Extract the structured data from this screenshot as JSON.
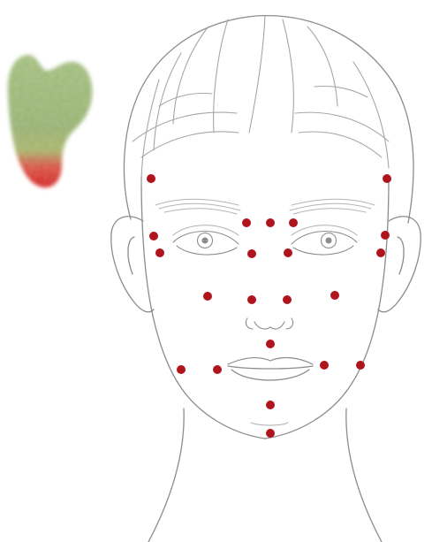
{
  "figure": {
    "subject": "face-outline-with-pressure-points",
    "tool_icon": "gua-sha-stone-icon",
    "colors": {
      "background": "#ffffff",
      "outline": "#8c8c8c",
      "outline_light": "#b4b4b4",
      "point": "#b0141c",
      "stone_green": "#9cb77a",
      "stone_green_dark": "#7e9a5e",
      "stone_red": "#d42a2a"
    },
    "points": [
      {
        "id": "forehead-left-temple"
      },
      {
        "id": "forehead-right-temple"
      },
      {
        "id": "brow-inner-left"
      },
      {
        "id": "brow-center"
      },
      {
        "id": "brow-inner-right"
      },
      {
        "id": "brow-outer-left"
      },
      {
        "id": "brow-outer-right"
      },
      {
        "id": "eye-outer-left"
      },
      {
        "id": "eye-outer-right"
      },
      {
        "id": "under-eye-left"
      },
      {
        "id": "under-eye-right"
      },
      {
        "id": "cheek-left"
      },
      {
        "id": "nose-side-left"
      },
      {
        "id": "nose-side-right"
      },
      {
        "id": "cheek-right"
      },
      {
        "id": "philtrum"
      },
      {
        "id": "jaw-left"
      },
      {
        "id": "mouth-corner-left"
      },
      {
        "id": "mouth-corner-right"
      },
      {
        "id": "jaw-right"
      },
      {
        "id": "chin-upper"
      },
      {
        "id": "chin-lower"
      }
    ]
  }
}
